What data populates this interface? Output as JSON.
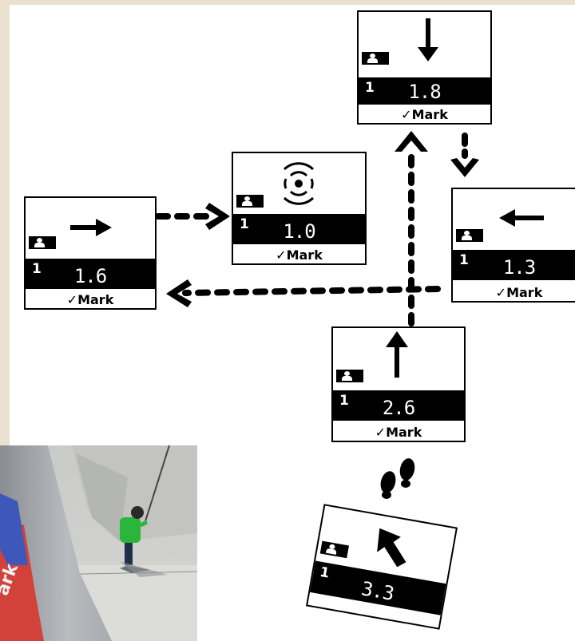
{
  "screens": [
    {
      "id": "s1",
      "person_index": "1",
      "distance": "1.8",
      "direction_icon": "arrow-down-icon",
      "mark_label": "✓Mark"
    },
    {
      "id": "s2",
      "person_index": "1",
      "distance": "1.0",
      "direction_icon": "target-icon",
      "mark_label": "✓Mark"
    },
    {
      "id": "s3",
      "person_index": "1",
      "distance": "1.6",
      "direction_icon": "arrow-right-icon",
      "mark_label": "✓Mark"
    },
    {
      "id": "s4",
      "person_index": "1",
      "distance": "1.3",
      "direction_icon": "arrow-left-icon",
      "mark_label": "✓Mark"
    },
    {
      "id": "s5",
      "person_index": "1",
      "distance": "2.6",
      "direction_icon": "arrow-up-icon",
      "mark_label": "✓Mark"
    },
    {
      "id": "s6",
      "person_index": "1",
      "distance": "3.3",
      "direction_icon": "arrow-up-left-icon",
      "mark_label": ""
    }
  ],
  "photo": {
    "partial_text": "ark"
  },
  "colors": {
    "background": "#ffffff",
    "frame": "#e9e0cf",
    "screen_ink": "#000000",
    "jacket": "#2bb53a"
  }
}
